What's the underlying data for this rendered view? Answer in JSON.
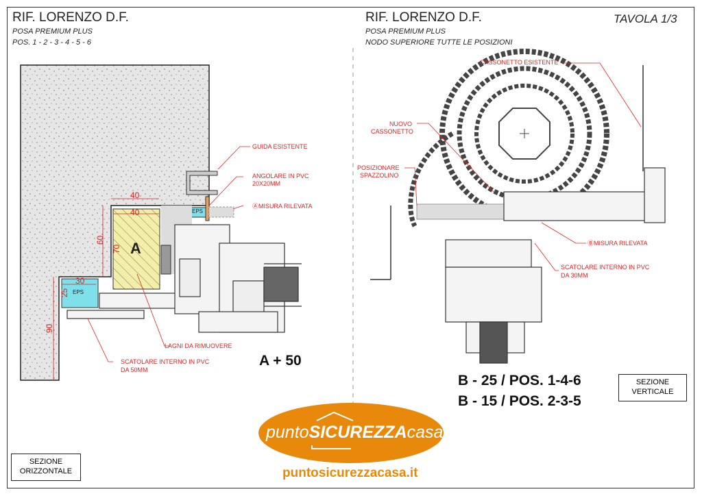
{
  "left": {
    "title": "RIF. LORENZO D.F.",
    "subtitle": "POSA PREMIUM PLUS",
    "positions": "POS.  1 - 2 - 3 - 4 - 5 - 6",
    "labels": {
      "guida": "GUIDA ESISTENTE",
      "angolare1": "ANGOLARE IN PVC",
      "angolare2": "20X20MM",
      "misura": "ⒶMISURA RILEVATA",
      "lagni": "LAGNI DA RIMUOVERE",
      "scatolare1": "SCATOLARE INTERNO IN PVC",
      "scatolare2": "DA 50MM"
    },
    "dims": {
      "d40a": "40",
      "d40b": "40",
      "d60": "60",
      "d70": "70",
      "d30": "30",
      "d25": "25",
      "d90": "90"
    },
    "part_a": "A",
    "eps": "EPS",
    "eps2": "EPS",
    "formula": "A + 50",
    "section": [
      "SEZIONE",
      "ORIZZONTALE"
    ]
  },
  "right": {
    "title": "RIF. LORENZO D.F.",
    "subtitle": "POSA PREMIUM PLUS",
    "node": "NODO SUPERIORE TUTTE LE POSIZIONI",
    "sheet": "TAVOLA 1/3",
    "labels": {
      "cassonetto_esistente": "CASSONETTO ESISTENTE",
      "nuovo1": "NUOVO",
      "nuovo2": "CASSONETTO",
      "posizionare1": "POSIZIONARE",
      "posizionare2": "SPAZZOLINO",
      "misura": "ⒷMISURA RILEVATA",
      "scatolare1": "SCATOLARE INTERNO IN PVC",
      "scatolare2": "DA 30MM"
    },
    "formula1": "B - 25 / POS. 1-4-6",
    "formula2": "B - 15 / POS. 2-3-5",
    "section": [
      "SEZIONE",
      "VERTICALE"
    ]
  },
  "logo": {
    "prefix": "punto",
    "bold": "SICUREZZA",
    "suffix": "casa",
    "url": "puntosicurezzacasa.it",
    "color": "#e8890c"
  }
}
